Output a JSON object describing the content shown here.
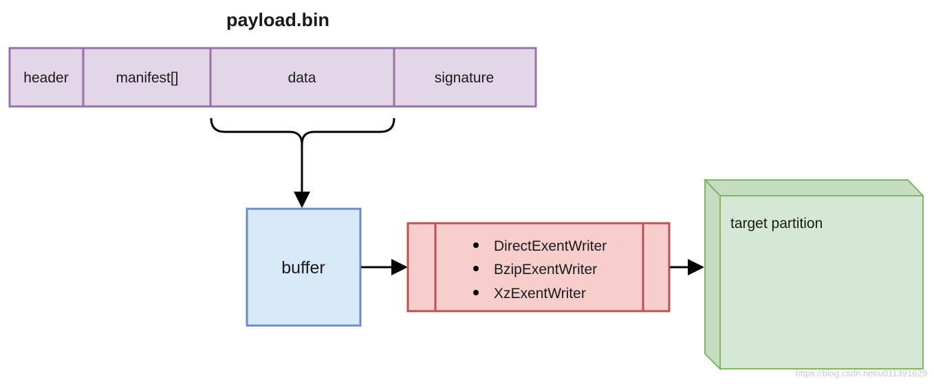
{
  "title": "payload.bin",
  "segments": [
    {
      "id": "header",
      "label": "header"
    },
    {
      "id": "manifest",
      "label": "manifest[]"
    },
    {
      "id": "data",
      "label": "data"
    },
    {
      "id": "signature",
      "label": "signature"
    }
  ],
  "buffer": {
    "label": "buffer"
  },
  "writers": {
    "items": [
      "DirectExentWriter",
      "BzipExentWriter",
      "XzExentWriter"
    ]
  },
  "target": {
    "label": "target partition"
  },
  "watermark": "https://blog.csdn.net/u011391629",
  "colors": {
    "segment_fill": "#e1d5e7",
    "segment_stroke": "#9673a6",
    "buffer_fill": "#dae8fc",
    "buffer_stroke": "#6c8ebf",
    "writer_fill": "#f8cecc",
    "writer_stroke": "#b85450",
    "target_fill": "#d5e8d4",
    "target_stroke": "#82b366",
    "line": "#000000"
  }
}
